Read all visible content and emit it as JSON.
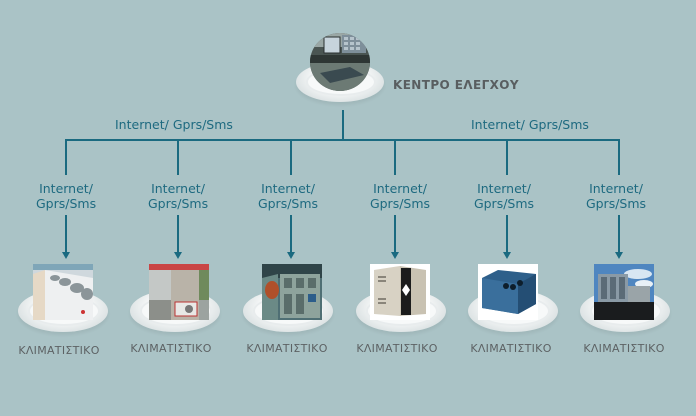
{
  "center": {
    "title": "ΚΕΝΤΡΟ ΕΛΕΓΧΟΥ",
    "icon": "control-room-photo"
  },
  "trunk_labels": {
    "left": "Internet/ Gprs/Sms",
    "right": "Internet/ Gprs/Sms"
  },
  "branches": [
    {
      "link_line1": "Internet/",
      "link_line2": "Gprs/Sms",
      "label": "ΚΛΙΜΑΤΙΣΤΙΚΟ",
      "icon": "rooftop-ac-units-photo"
    },
    {
      "link_line1": "Internet/",
      "link_line2": "Gprs/Sms",
      "label": "ΚΛΙΜΑΤΙΣΤΙΚΟ",
      "icon": "split-ac-unit-photo"
    },
    {
      "link_line1": "Internet/",
      "link_line2": "Gprs/Sms",
      "label": "ΚΛΙΜΑΤΙΣΤΙΚΟ",
      "icon": "industrial-cabinet-photo"
    },
    {
      "link_line1": "Internet/",
      "link_line2": "Gprs/Sms",
      "label": "ΚΛΙΜΑΤΙΣΤΙΚΟ",
      "icon": "air-handling-unit-photo"
    },
    {
      "link_line1": "Internet/",
      "link_line2": "Gprs/Sms",
      "label": "ΚΛΙΜΑΤΙΣΤΙΚΟ",
      "icon": "blue-packaged-unit-photo"
    },
    {
      "link_line1": "Internet/",
      "link_line2": "Gprs/Sms",
      "label": "ΚΛΙΜΑΤΙΣΤΙΚΟ",
      "icon": "rooftop-ahu-photo"
    }
  ],
  "colors": {
    "background": "#aac3c6",
    "connector": "#1a6a80",
    "link_text": "#1e6a80",
    "label_text": "#5d6264"
  }
}
